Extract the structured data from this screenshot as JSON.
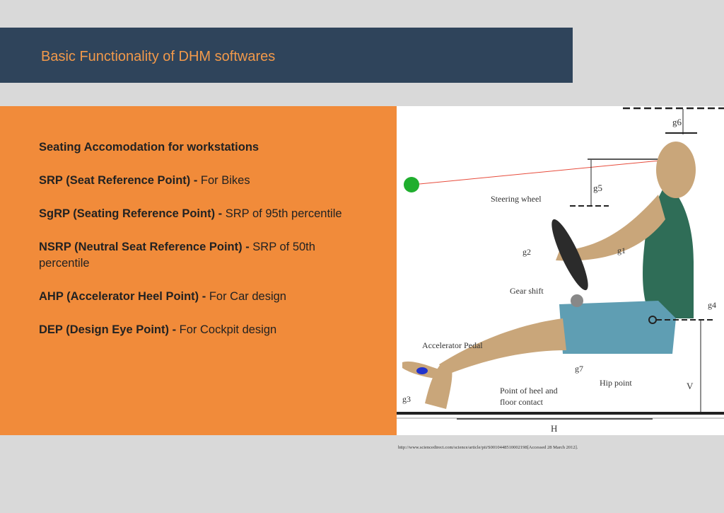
{
  "header": {
    "title": "Basic Functionality of DHM softwares"
  },
  "content": {
    "heading": "Seating Accomodation for workstations",
    "items": [
      {
        "term": "SRP (Seat Reference Point) -",
        "desc": " For Bikes"
      },
      {
        "term": "SgRP (Seating Reference Point) -",
        "desc": " SRP of 95th percentile"
      },
      {
        "term": "NSRP (Neutral Seat Reference Point) -",
        "desc": " SRP of 50th percentile"
      },
      {
        "term": "AHP (Accelerator Heel Point) -",
        "desc": " For Car design"
      },
      {
        "term": "DEP (Design Eye Point) -",
        "desc": " For Cockpit design"
      }
    ]
  },
  "figure": {
    "labels": {
      "g1": "g1",
      "g2": "g2",
      "g3": "g3",
      "g4": "g4",
      "g5": "g5",
      "g6": "g6",
      "g7": "g7",
      "steering": "Steering wheel",
      "gear": "Gear shift",
      "pedal": "Accelerator Pedal",
      "hip": "Hip point",
      "heel1": "Point of heel and",
      "heel2": "floor contact",
      "H": "H",
      "V": "V"
    }
  },
  "citation": "http://www.sciencedirect.com/science/article/pii/S0010448510002198[Accessed 28 March 2012]."
}
